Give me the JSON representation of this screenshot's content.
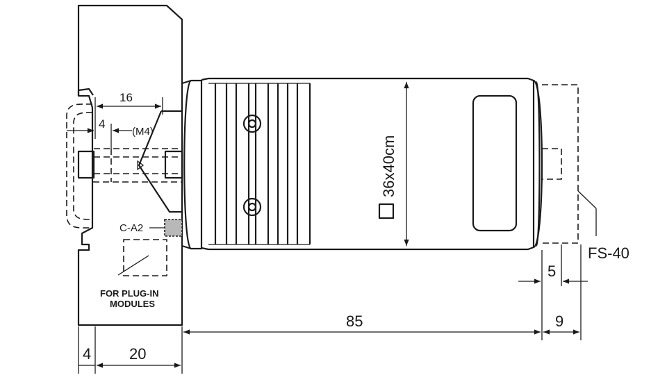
{
  "dimensions": {
    "d16": "16",
    "d4_top": "4",
    "d4_bottom": "4",
    "d20": "20",
    "d85": "85",
    "d5": "5",
    "d9": "9"
  },
  "labels": {
    "m4": "(M4)",
    "ca2": "C-A2",
    "plugin_line1": "FOR PLUG-IN",
    "plugin_line2": "MODULES",
    "fs40": "FS-40",
    "size": "36x40cm"
  },
  "colors": {
    "line": "#1a1a1a",
    "terminal_fill": "#b8b8b8",
    "background": "#ffffff"
  }
}
